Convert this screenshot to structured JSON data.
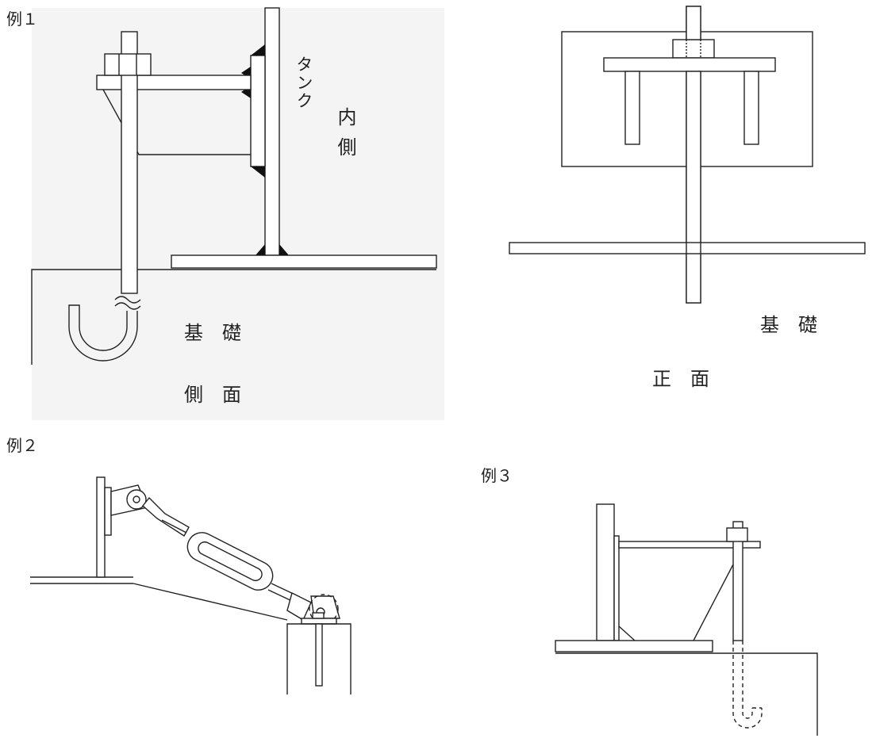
{
  "example1": {
    "label": "例１",
    "tank_label": "タンク",
    "inner_label": "内側",
    "foundation_label": "基　礎",
    "side_view_label": "側　面",
    "front_foundation_label": "基　礎",
    "front_view_label": "正　面"
  },
  "example2": {
    "label": "例２"
  },
  "example3": {
    "label": "例３"
  }
}
